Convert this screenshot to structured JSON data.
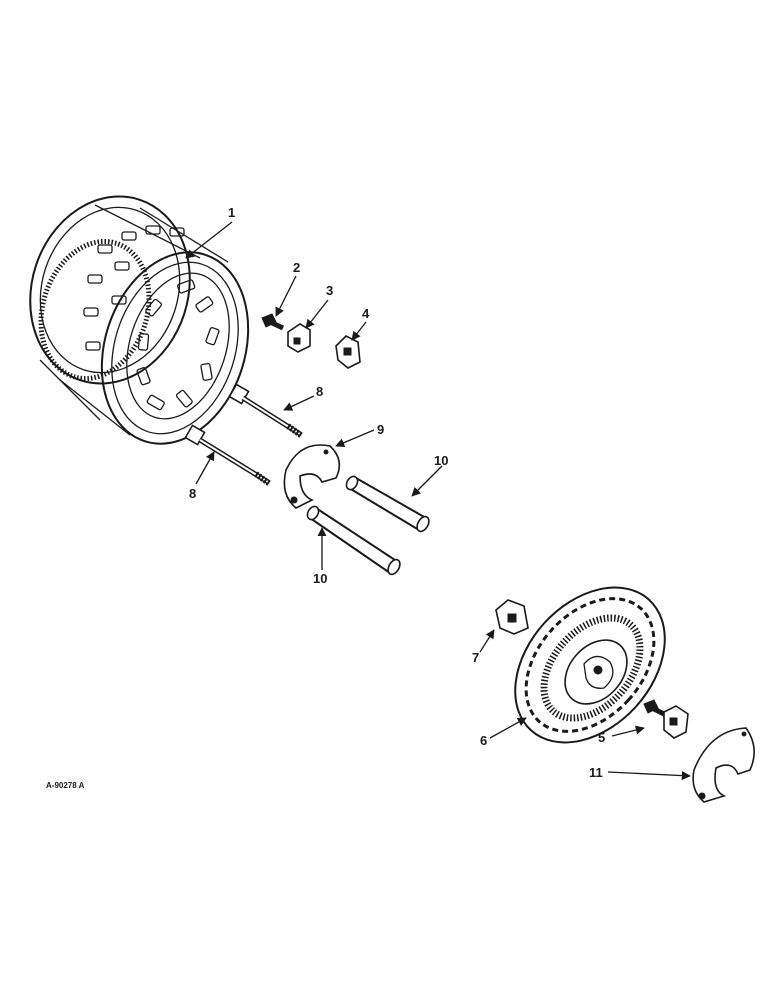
{
  "drawing_id": "A-90278 A",
  "callouts": {
    "c1": "1",
    "c2": "2",
    "c3": "3",
    "c4": "4",
    "c5": "5",
    "c6": "6",
    "c7": "7",
    "c8a": "8",
    "c8b": "8",
    "c9": "9",
    "c10a": "10",
    "c10b": "10",
    "c11": "11"
  },
  "colors": {
    "ink": "#1a1a1a",
    "paper": "#ffffff"
  }
}
